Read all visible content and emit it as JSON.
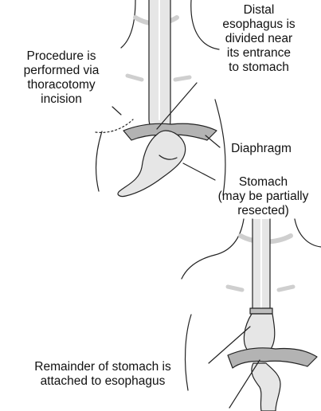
{
  "labels": {
    "distal": [
      "Distal",
      "esophagus is",
      "divided near",
      "its entrance",
      "to stomach"
    ],
    "procedure": [
      "Procedure is",
      "performed via",
      "thoracotomy",
      "incision"
    ],
    "diaphragm": [
      "Diaphragm"
    ],
    "stomach": [
      "Stomach",
      "(may be partially",
      "resected)"
    ],
    "remainder": [
      "Remainder of stomach is",
      "attached to esophagus"
    ]
  },
  "colors": {
    "outline": "#222222",
    "organ_fill": "#e6e6e6",
    "diaphragm_fill": "#b3b3b3",
    "shade": "#d2d2d2"
  }
}
